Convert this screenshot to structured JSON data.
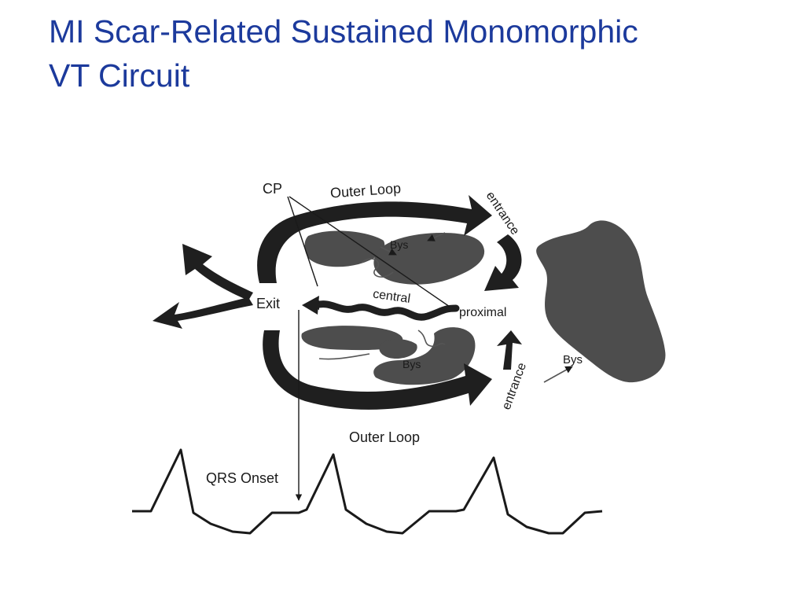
{
  "slide": {
    "title_line1": "MI Scar-Related Sustained Monomorphic",
    "title_line2": "VT Circuit",
    "title_color": "#1c3a9c"
  },
  "diagram": {
    "labels": {
      "cp": "CP",
      "outer_loop_top": "Outer Loop",
      "entrance_top": "entrance",
      "bys_top": "Bys",
      "exit": "Exit",
      "central": "central",
      "proximal": "proximal",
      "bys_bottom": "Bys",
      "entrance_bottom": "entrance",
      "bys_right": "Bys",
      "outer_loop_bottom": "Outer Loop",
      "qrs_onset": "QRS Onset"
    },
    "colors": {
      "scar": "#4d4d4d",
      "arrow": "#1f1f1f",
      "line": "#1a1a1a"
    }
  }
}
